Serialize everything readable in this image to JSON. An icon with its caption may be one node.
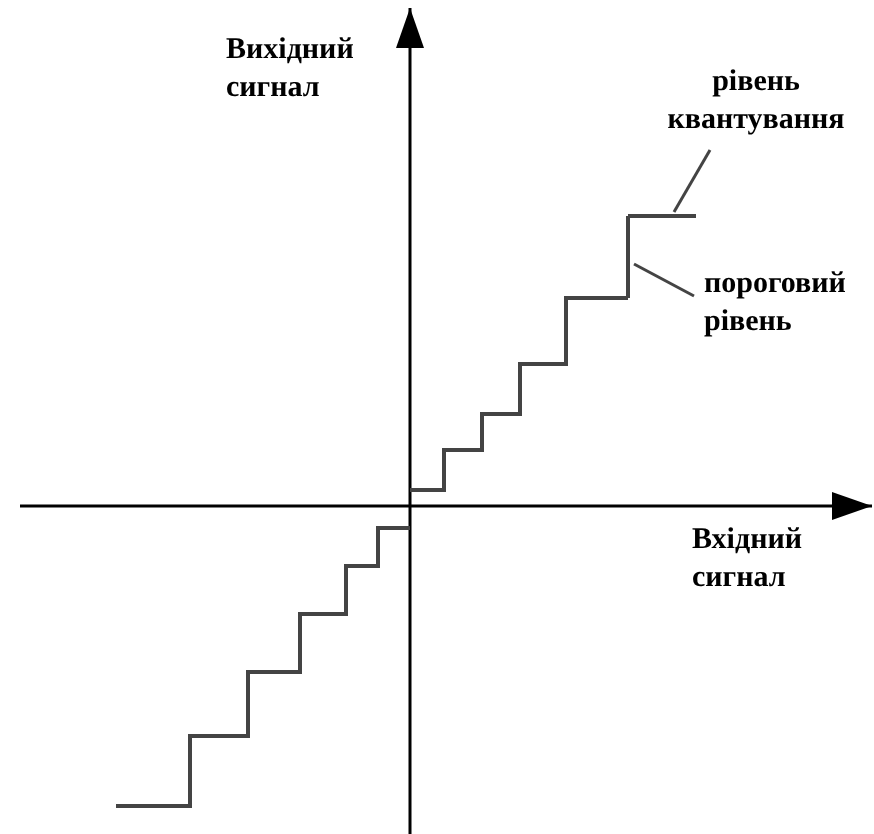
{
  "diagram": {
    "nodes": [
      {
        "text": [
          "рівень квантування"
        ]
      },
      {
        "text": [
          "пороговий рівень"
        ]
      },
      {
        "text": [],
        "shape": "line"
      },
      {
        "text": [],
        "shape": "line"
      }
    ],
    "edges": [
      {
        "from": 0,
        "to": 2,
        "arrow": "none"
      },
      {
        "from": 1,
        "to": 3,
        "arrow": "none"
      }
    ],
    "labels": [
      "Вихідний сигнал",
      "Вхідний сигнал"
    ]
  }
}
